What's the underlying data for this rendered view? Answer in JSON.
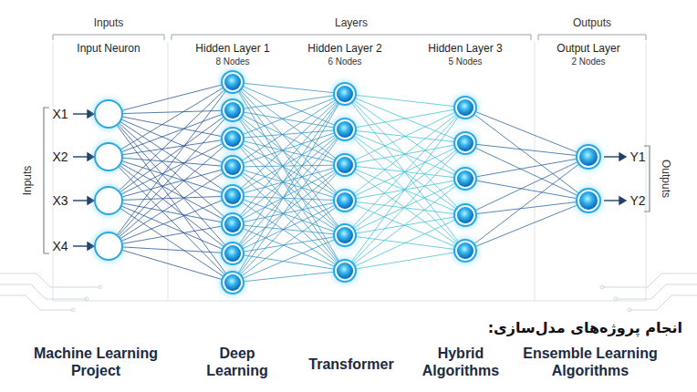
{
  "diagram": {
    "labels": [
      "Inputs",
      "Layers",
      "Outputs",
      "Input Neuron",
      "Hidden Layer 1",
      "8 Nodes",
      "Hidden Layer 2",
      "6 Nodes",
      "Hidden Layer 3",
      "5 Nodes",
      "Output Layer",
      "2 Nodes",
      "X1",
      "X2",
      "X3",
      "X4",
      "Inputs",
      "Y1",
      "Y2",
      "Outputs",
      "انجام پروژه‌های مدل‌سازی:",
      "Machine Learning Project",
      "Deep Learning",
      "Transformer",
      "Hybrid Algorithms",
      "Ensemble Learning Algorithms"
    ]
  }
}
